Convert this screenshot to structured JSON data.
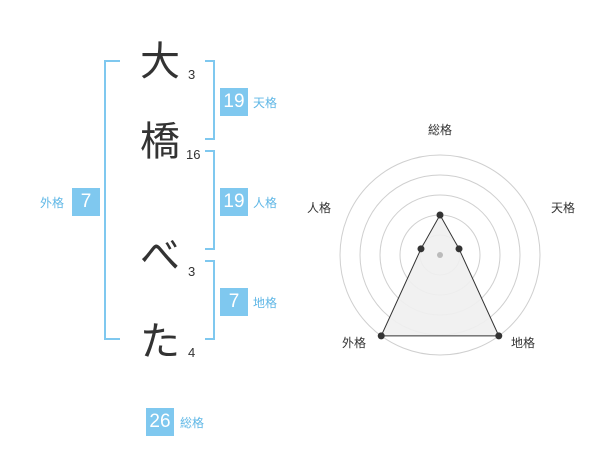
{
  "characters": [
    {
      "char": "大",
      "strokes": "3"
    },
    {
      "char": "橋",
      "strokes": "16"
    },
    {
      "char": "べ",
      "strokes": "3"
    },
    {
      "char": "た",
      "strokes": "4"
    }
  ],
  "fortunes": {
    "tenkaku": {
      "value": "19",
      "label": "天格"
    },
    "jinkaku": {
      "value": "19",
      "label": "人格"
    },
    "chikaku": {
      "value": "7",
      "label": "地格"
    },
    "gaikaku": {
      "value": "7",
      "label": "外格"
    },
    "soukaku": {
      "value": "26",
      "label": "総格"
    }
  },
  "radar": {
    "axes": [
      "総格",
      "天格",
      "地格",
      "外格",
      "人格"
    ],
    "max": 5,
    "values": [
      2,
      1,
      5,
      5,
      1
    ],
    "colors": {
      "grid": "#cfcfcf",
      "fill": "#efefef",
      "line": "#333333",
      "point": "#333333",
      "center": "#bbbbbb"
    }
  },
  "colors": {
    "accent": "#7fc8ef",
    "label": "#5fb7e6"
  }
}
